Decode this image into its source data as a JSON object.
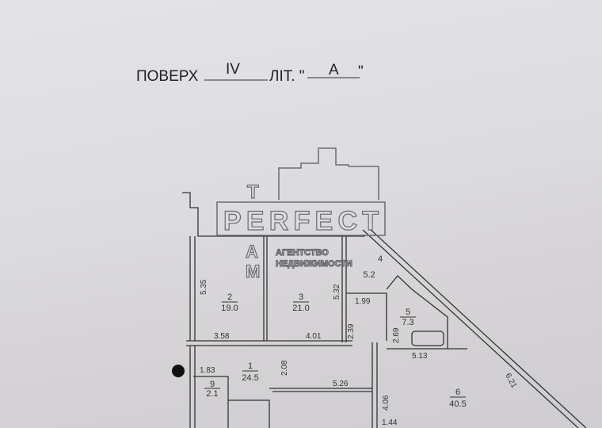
{
  "header": {
    "floor_label": "ПОВЕРХ",
    "floor_value": "IV",
    "lit_label": "ЛІТ. \"",
    "lit_value": "А",
    "lit_close": "\""
  },
  "watermark": {
    "brand": "PERFECT",
    "letters": [
      "T",
      "A",
      "M"
    ],
    "line1": "АГЕНТСТВО",
    "line2": "НЕДВИЖИМОСТИ"
  },
  "rooms": [
    {
      "num": "1",
      "area": "24.5"
    },
    {
      "num": "2",
      "area": "19.0"
    },
    {
      "num": "3",
      "area": "21.0"
    },
    {
      "num": "4",
      "area": "5.2"
    },
    {
      "num": "5",
      "area": "7.3"
    },
    {
      "num": "6",
      "area": "40.5"
    },
    {
      "num": "9",
      "area": "2.1"
    }
  ],
  "dimensions": [
    "5.35",
    "5.32",
    "1.99",
    "2.39",
    "2.69",
    "3.58",
    "4.01",
    "5.13",
    "6.21",
    "2.08",
    "1.83",
    "5.26",
    "4.06",
    "1.44"
  ]
}
